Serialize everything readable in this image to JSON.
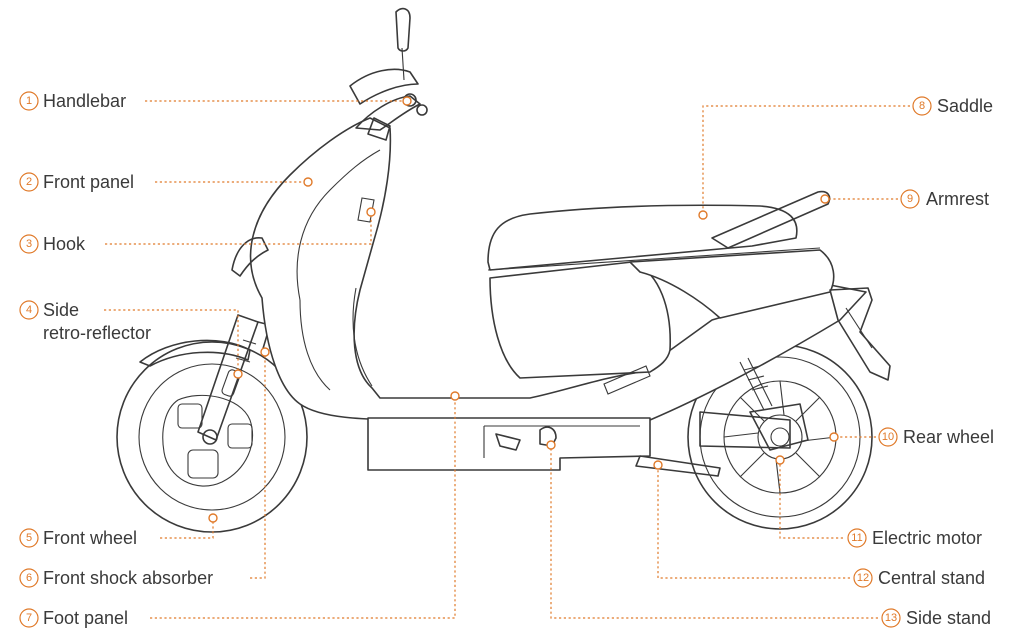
{
  "parts": [
    {
      "number": "1",
      "label": "Handlebar"
    },
    {
      "number": "2",
      "label": "Front panel"
    },
    {
      "number": "3",
      "label": "Hook"
    },
    {
      "number": "4",
      "label": "Side",
      "label_line2": "retro-reflector"
    },
    {
      "number": "5",
      "label": "Front wheel"
    },
    {
      "number": "6",
      "label": "Front shock absorber"
    },
    {
      "number": "7",
      "label": "Foot panel"
    },
    {
      "number": "8",
      "label": "Saddle"
    },
    {
      "number": "9",
      "label": "Armrest"
    },
    {
      "number": "10",
      "label": "Rear wheel"
    },
    {
      "number": "11",
      "label": "Electric motor"
    },
    {
      "number": "12",
      "label": "Central stand"
    },
    {
      "number": "13",
      "label": "Side stand"
    }
  ],
  "colors": {
    "accent": "#e07a2a",
    "line": "#3a3a3a",
    "background": "#ffffff"
  }
}
